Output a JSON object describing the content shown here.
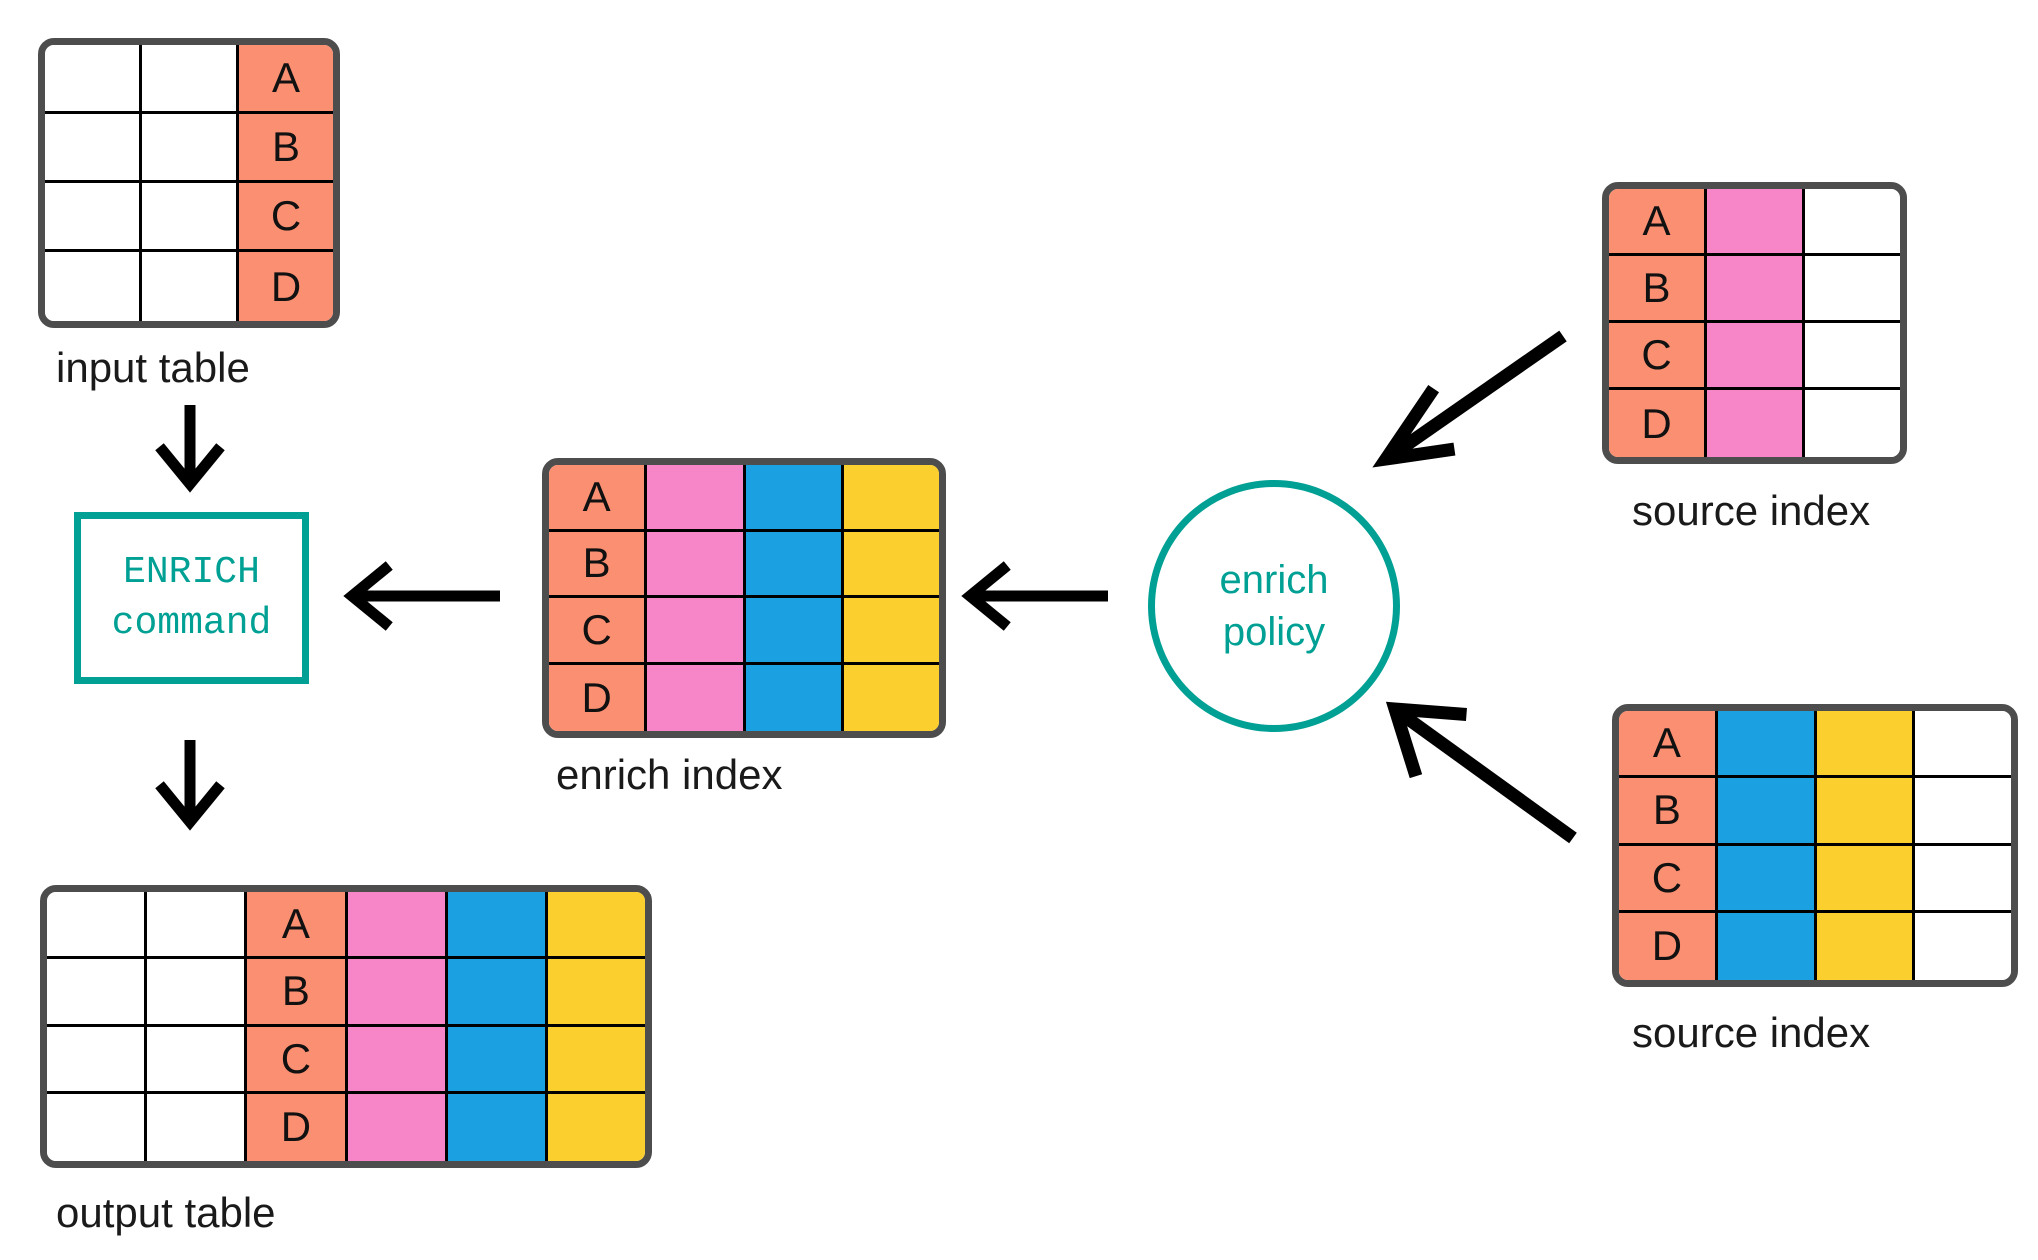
{
  "diagram": {
    "title": "ENRICH command enrich policy flow",
    "colors": {
      "key_salmon": "#fa8f72",
      "field_pink": "#f786c8",
      "field_blue": "#1ba1e2",
      "field_yellow": "#fbd02e",
      "empty_white": "#ffffff",
      "table_border": "#4d4d4d",
      "cell_border": "#000000",
      "accent_teal": "#00a094",
      "arrow_black": "#000000"
    }
  },
  "input_table": {
    "caption": "input table",
    "columns": [
      "empty_white",
      "empty_white",
      "key_salmon"
    ],
    "rows": [
      [
        "",
        "",
        "A"
      ],
      [
        "",
        "",
        "B"
      ],
      [
        "",
        "",
        "C"
      ],
      [
        "",
        "",
        "D"
      ]
    ]
  },
  "enrich_command": {
    "line1": "ENRICH",
    "line2": "command"
  },
  "enrich_index": {
    "caption": "enrich index",
    "columns": [
      "key_salmon",
      "field_pink",
      "field_blue",
      "field_yellow"
    ],
    "rows": [
      [
        "A",
        "",
        "",
        ""
      ],
      [
        "B",
        "",
        "",
        ""
      ],
      [
        "C",
        "",
        "",
        ""
      ],
      [
        "D",
        "",
        "",
        ""
      ]
    ]
  },
  "enrich_policy": {
    "line1": "enrich",
    "line2": "policy"
  },
  "source_index_top": {
    "caption": "source index",
    "columns": [
      "key_salmon",
      "field_pink",
      "empty_white"
    ],
    "rows": [
      [
        "A",
        "",
        ""
      ],
      [
        "B",
        "",
        ""
      ],
      [
        "C",
        "",
        ""
      ],
      [
        "D",
        "",
        ""
      ]
    ]
  },
  "source_index_bottom": {
    "caption": "source index",
    "columns": [
      "key_salmon",
      "field_blue",
      "field_yellow",
      "empty_white"
    ],
    "rows": [
      [
        "A",
        "",
        "",
        ""
      ],
      [
        "B",
        "",
        "",
        ""
      ],
      [
        "C",
        "",
        "",
        ""
      ],
      [
        "D",
        "",
        "",
        ""
      ]
    ]
  },
  "output_table": {
    "caption": "output table",
    "columns": [
      "empty_white",
      "empty_white",
      "key_salmon",
      "field_pink",
      "field_blue",
      "field_yellow"
    ],
    "rows": [
      [
        "",
        "",
        "A",
        "",
        "",
        ""
      ],
      [
        "",
        "",
        "B",
        "",
        "",
        ""
      ],
      [
        "",
        "",
        "C",
        "",
        "",
        ""
      ],
      [
        "",
        "",
        "D",
        "",
        "",
        ""
      ]
    ]
  },
  "arrows": [
    {
      "name": "input-to-command",
      "direction": "down"
    },
    {
      "name": "command-to-output",
      "direction": "down"
    },
    {
      "name": "enrich-index-to-command",
      "direction": "left"
    },
    {
      "name": "policy-to-enrich-index",
      "direction": "left"
    },
    {
      "name": "source-index-top-to-policy",
      "direction": "down-left"
    },
    {
      "name": "source-index-bottom-to-policy",
      "direction": "up-left"
    }
  ]
}
